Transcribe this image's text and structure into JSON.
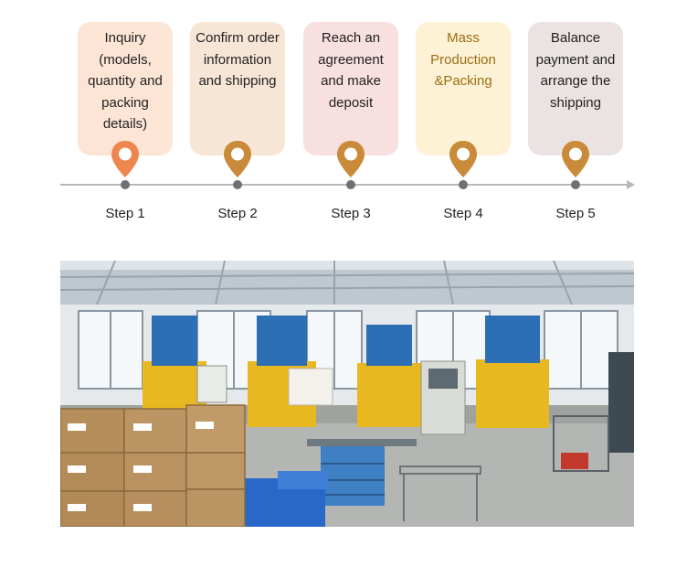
{
  "steps": [
    {
      "card_text": "Inquiry (models, quantity and packing details)",
      "step_label": "Step 1",
      "card_color": "#fde5d6",
      "pin_color": "#ee8650"
    },
    {
      "card_text": "Confirm order information and shipping",
      "step_label": "Step 2",
      "card_color": "#f7e6d6",
      "pin_color": "#c98a3a"
    },
    {
      "card_text": "Reach an agreement and make deposit",
      "step_label": "Step 3",
      "card_color": "#f8dfe0",
      "pin_color": "#c98a3a"
    },
    {
      "card_text": "Mass Production &Packing",
      "step_label": "Step 4",
      "card_color": "#fdf1d6",
      "pin_color": "#c98a3a"
    },
    {
      "card_text": "Balance payment and arrange the shipping",
      "step_label": "Step 5",
      "card_color": "#ebe3e2",
      "pin_color": "#c98a3a"
    }
  ],
  "photo": {
    "subject": "factory-floor-photo",
    "colors": {
      "box": "#b58e5c",
      "machine_yellow": "#e8b820",
      "machine_blue": "#2d6fb5",
      "crate_blue": "#2868c8"
    }
  }
}
